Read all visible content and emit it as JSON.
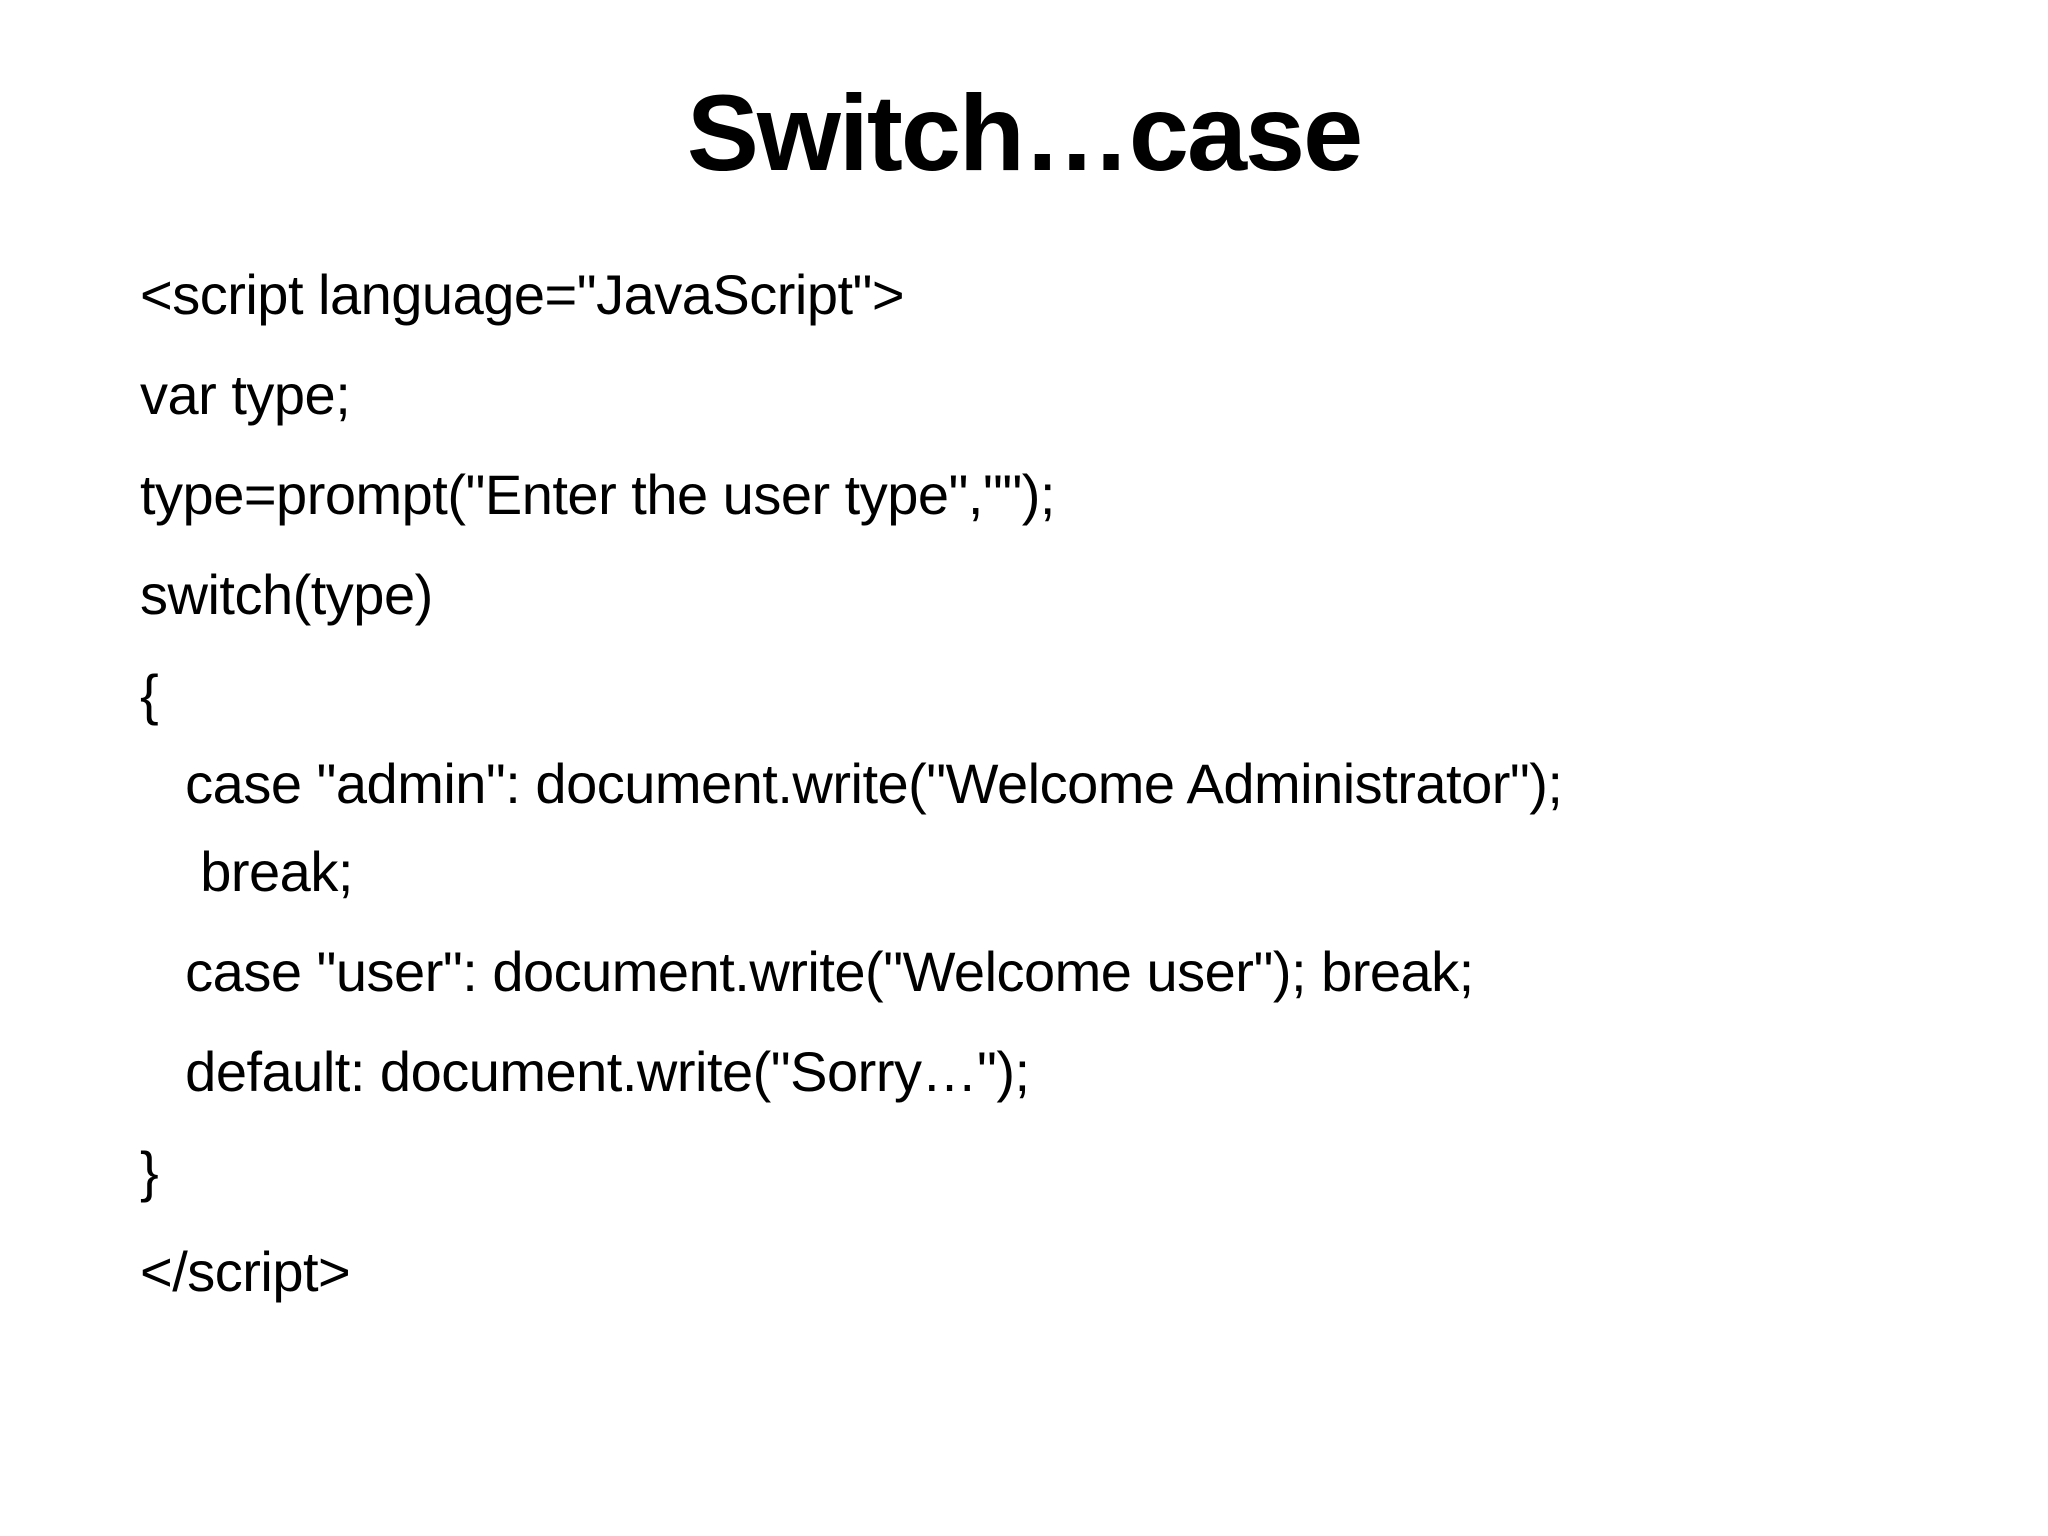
{
  "slide": {
    "title": "Switch…case",
    "colors": {
      "background": "#ffffff",
      "text": "#000000"
    },
    "code_lines": [
      "<script language=\"JavaScript\">",
      "var type;",
      "type=prompt(\"Enter the user type\",\"\");",
      "switch(type)",
      "{",
      "   case \"admin\": document.write(\"Welcome Administrator\");",
      "    break;",
      "   case \"user\": document.write(\"Welcome user\"); break;",
      "   default: document.write(\"Sorry…\");",
      "}",
      "</script>"
    ]
  }
}
